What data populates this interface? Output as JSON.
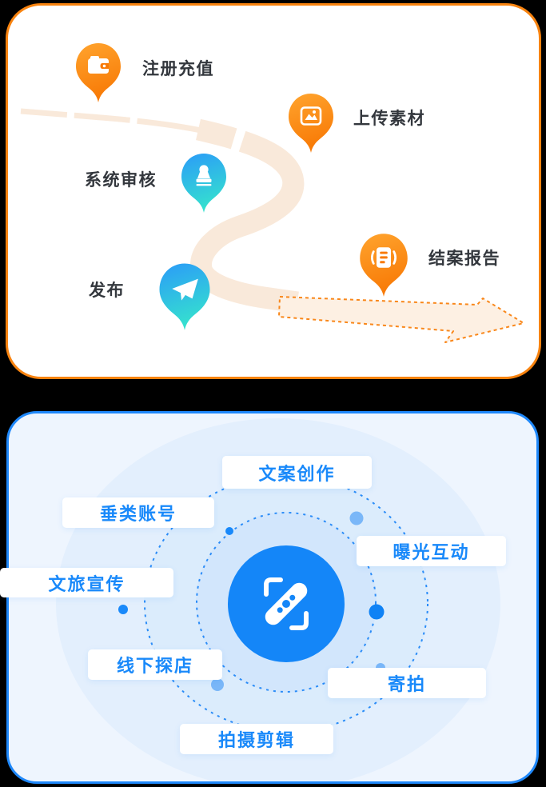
{
  "journey": {
    "steps": [
      {
        "label": "注册充值",
        "icon": "wallet-icon",
        "theme": "orange"
      },
      {
        "label": "上传素材",
        "icon": "image-icon",
        "theme": "orange"
      },
      {
        "label": "系统审核",
        "icon": "stamp-icon",
        "theme": "cyan"
      },
      {
        "label": "发布",
        "icon": "paper-plane-icon",
        "theme": "cyan"
      },
      {
        "label": "结案报告",
        "icon": "report-icon",
        "theme": "orange"
      }
    ],
    "path": "winding-dashed-road",
    "arrow": "dashed-arrow-right"
  },
  "ecosystem": {
    "center_icon": "capsule-link-icon",
    "items": [
      {
        "label": "文案创作"
      },
      {
        "label": "垂类账号"
      },
      {
        "label": "曝光互动"
      },
      {
        "label": "文旅宣传"
      },
      {
        "label": "线下探店"
      },
      {
        "label": "寄拍"
      },
      {
        "label": "拍摄剪辑"
      }
    ]
  },
  "colors": {
    "top_card_border": "#f8830f",
    "bottom_card_border": "#1f88fa",
    "pin_orange_top": "#ffa42e",
    "pin_orange_bottom": "#f87a06",
    "pin_cyan_top": "#2b9bf8",
    "pin_cyan_bottom": "#35e0cf",
    "road": "#f9e9da",
    "arrow_fill": "#fdf0e3",
    "arrow_stroke": "#f9871a",
    "eco_label_text": "#1989fa",
    "step_text": "#33373d",
    "center_circle": "#1486f8",
    "orbit_dash": "#2a8cf8"
  }
}
